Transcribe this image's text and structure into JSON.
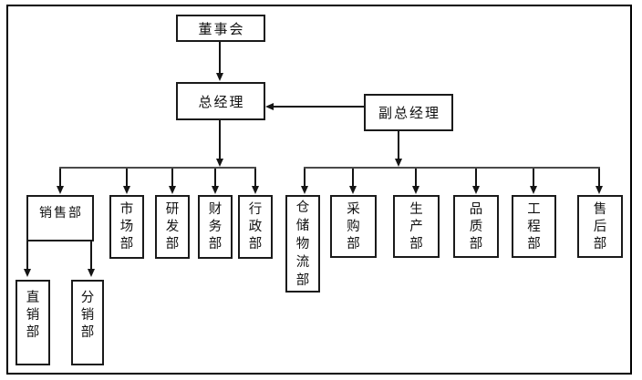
{
  "diagram": {
    "type": "org-chart",
    "title": "",
    "nodes": {
      "board": {
        "label": "董事会",
        "level": 1
      },
      "gm": {
        "label": "总经理",
        "level": 2
      },
      "dgm": {
        "label": "副总经理",
        "level": 2
      },
      "sales": {
        "label": "销售部",
        "level": 3
      },
      "market": {
        "label": "市场部",
        "level": 3
      },
      "rnd": {
        "label": "研发部",
        "level": 3
      },
      "finance": {
        "label": "财务部",
        "level": 3
      },
      "admin": {
        "label": "行政部",
        "level": 3
      },
      "warehouse": {
        "label": "仓储物流部",
        "level": 3
      },
      "purchase": {
        "label": "采购部",
        "level": 3
      },
      "production": {
        "label": "生产部",
        "level": 3
      },
      "quality": {
        "label": "品质部",
        "level": 3
      },
      "engineering": {
        "label": "工程部",
        "level": 3
      },
      "aftersales": {
        "label": "售后部",
        "level": 3
      },
      "direct_sales": {
        "label": "直销部",
        "level": 4
      },
      "distribution": {
        "label": "分销部",
        "level": 4
      }
    },
    "edges": [
      {
        "from": "board",
        "to": "gm"
      },
      {
        "from": "dgm",
        "to": "gm"
      },
      {
        "from": "gm",
        "to": "sales"
      },
      {
        "from": "gm",
        "to": "market"
      },
      {
        "from": "gm",
        "to": "rnd"
      },
      {
        "from": "gm",
        "to": "finance"
      },
      {
        "from": "gm",
        "to": "admin"
      },
      {
        "from": "dgm",
        "to": "warehouse"
      },
      {
        "from": "dgm",
        "to": "purchase"
      },
      {
        "from": "dgm",
        "to": "production"
      },
      {
        "from": "dgm",
        "to": "quality"
      },
      {
        "from": "dgm",
        "to": "engineering"
      },
      {
        "from": "dgm",
        "to": "aftersales"
      },
      {
        "from": "sales",
        "to": "direct_sales"
      },
      {
        "from": "sales",
        "to": "distribution"
      }
    ],
    "colors": {
      "background": "#ffffff",
      "box_border": "#1a1a1a",
      "connector_line": "#4a4a4a",
      "arrow": "#141414",
      "text": "#111111"
    }
  }
}
